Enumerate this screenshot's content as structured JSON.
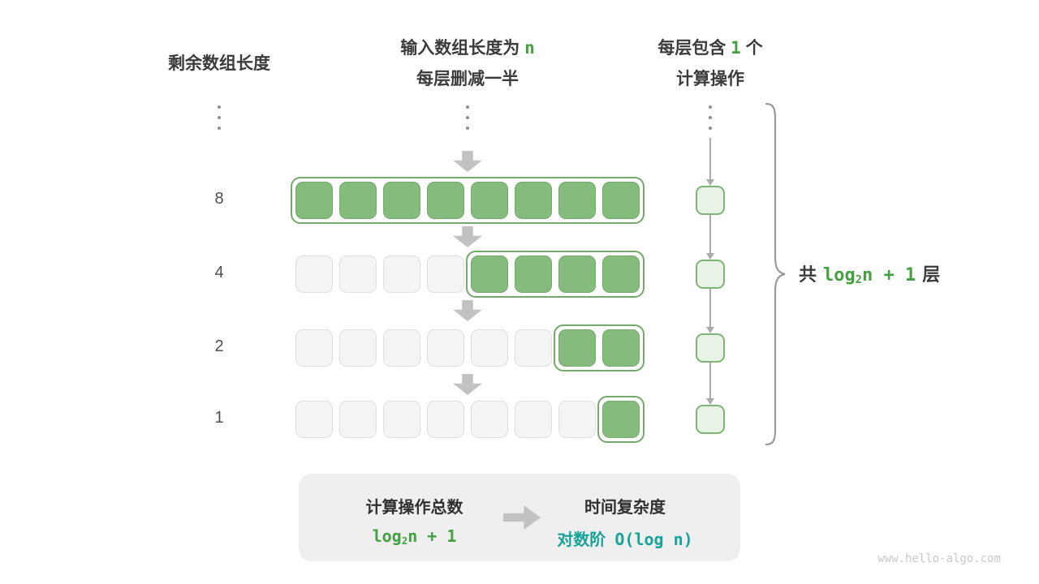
{
  "colors": {
    "accent_green": "#44a041",
    "cell_green": "#85bb7c",
    "cell_green_border": "#74a96b",
    "cell_gray": "#f4f4f4",
    "cell_gray_border": "#dfdfdf",
    "op_fill": "#e9f3e5",
    "op_border": "#7fb377",
    "arrow_gray": "#c2c2c2",
    "line_gray": "#ababab",
    "teal": "#17a398",
    "text_dark": "#3b3b3b",
    "text_mid": "#4e4e4e",
    "watermark_gray": "#c9c9c9",
    "summary_bg": "#efefef",
    "brace_gray": "#9a9a9a",
    "dot_gray": "#8f8f8f"
  },
  "headers": {
    "left": "剩余数组长度",
    "middle": {
      "prefix": "输入数组长度为 ",
      "highlight": "n",
      "line2": "每层删减一半"
    },
    "right": {
      "prefix": "每层包含 ",
      "highlight": "1",
      "suffix": " 个",
      "line2": "计算操作"
    }
  },
  "rows": [
    {
      "label": "8",
      "total": 8,
      "green": 8
    },
    {
      "label": "4",
      "total": 8,
      "green": 4
    },
    {
      "label": "2",
      "total": 8,
      "green": 2
    },
    {
      "label": "1",
      "total": 8,
      "green": 1
    }
  ],
  "brace": {
    "prefix": "共",
    "formula": {
      "fn": "log",
      "sub": "2",
      "rest": "n + 1"
    },
    "suffix": "层"
  },
  "summary": {
    "left_title": "计算操作总数",
    "left_formula": {
      "fn": "log",
      "sub": "2",
      "rest": "n + 1"
    },
    "right_title": "时间复杂度",
    "right_label": "对数阶",
    "right_formula": "O(log n)"
  },
  "watermark": "www.hello-algo.com"
}
